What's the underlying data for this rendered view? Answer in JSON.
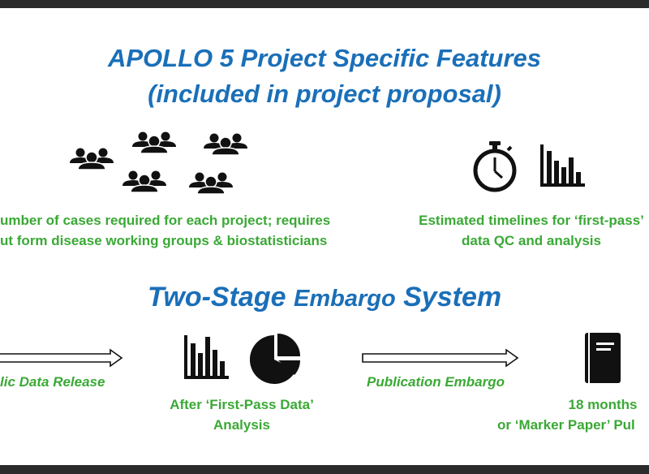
{
  "title": {
    "line1": "APOLLO 5 Project Specific Features",
    "line2": "(included in project proposal)"
  },
  "features": {
    "cases": {
      "line1": "umber of cases required for each project; requires",
      "line2": "ut form disease working groups & biostatisticians"
    },
    "timelines": {
      "line1": "Estimated timelines for ‘first-pass’",
      "line2": "data QC and analysis"
    }
  },
  "embargo": {
    "title_part1": "Two-Stage",
    "title_part2": "Embargo",
    "title_part3": "System",
    "left_label": "lic Data Release",
    "middle_label": "Publication Embargo",
    "stage1": {
      "line1": "After ‘First-Pass Data’",
      "line2": "Analysis"
    },
    "stage2": {
      "line1": "18 months",
      "line2": "or ‘Marker Paper’ Pul"
    }
  },
  "icons": [
    "people-group-icon",
    "stopwatch-icon",
    "bar-chart-icon",
    "pie-chart-icon",
    "notebook-icon",
    "arrow-right-icon"
  ],
  "colors": {
    "title_blue": "#1a6fb8",
    "label_green": "#3aa935",
    "icon_black": "#111111"
  }
}
